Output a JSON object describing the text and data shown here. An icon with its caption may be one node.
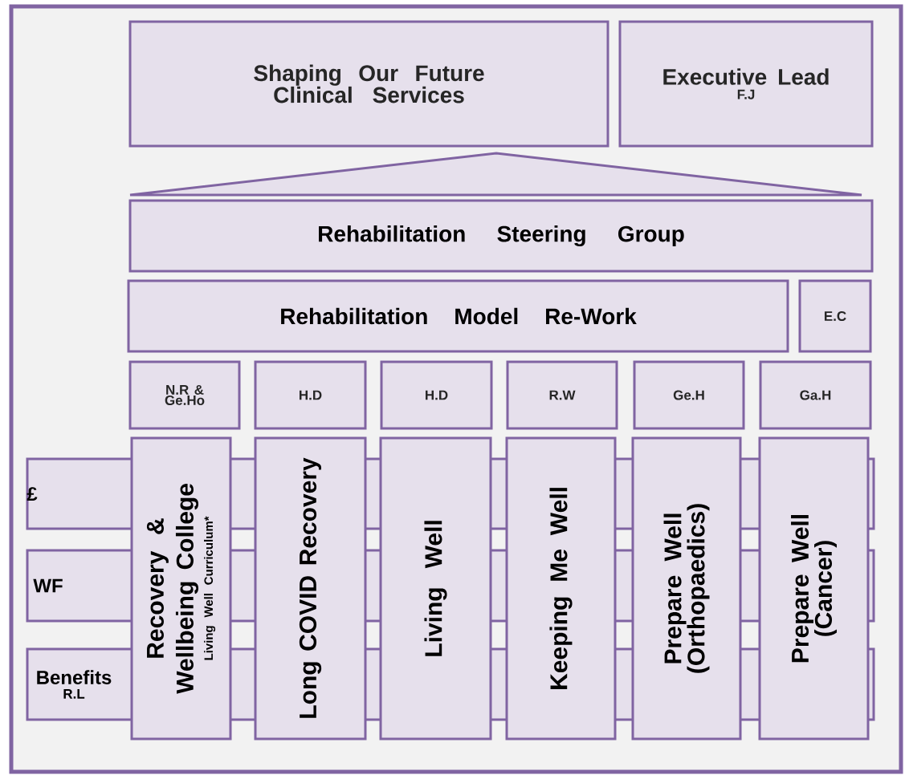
{
  "diagram": {
    "nodes": [
      {
        "text": [
          "Shaping Our Future Clinical Services"
        ]
      },
      {
        "text": [
          "Executive Lead",
          "F.J"
        ]
      },
      {
        "text": [],
        "shape": "triangle"
      },
      {
        "text": [
          "Rehabilitation Steering Group"
        ]
      },
      {
        "text": [
          "Rehabilitation Model Re-Work"
        ]
      },
      {
        "text": [
          "E.C"
        ]
      },
      {
        "text": [
          "N.R & Ge.Ho"
        ]
      },
      {
        "text": [
          "H.D"
        ]
      },
      {
        "text": [
          "H.D"
        ]
      },
      {
        "text": [
          "R.W"
        ]
      },
      {
        "text": [
          "Ge.H"
        ]
      },
      {
        "text": [
          "Ga.H"
        ]
      },
      {
        "text": [
          "£"
        ]
      },
      {
        "text": [
          "WF"
        ]
      },
      {
        "text": [
          "Benefits",
          "R.L"
        ]
      },
      {
        "text": [
          "Recovery & Wellbeing College",
          "Living Well Curriculum*"
        ]
      },
      {
        "text": [
          "Long COVID Recovery"
        ]
      },
      {
        "text": [
          "Living Well"
        ]
      },
      {
        "text": [
          "Keeping Me Well"
        ]
      },
      {
        "text": [
          "Prepare Well (Orthopaedics)"
        ]
      },
      {
        "text": [
          "Prepare Well (Cancer)"
        ]
      }
    ]
  }
}
